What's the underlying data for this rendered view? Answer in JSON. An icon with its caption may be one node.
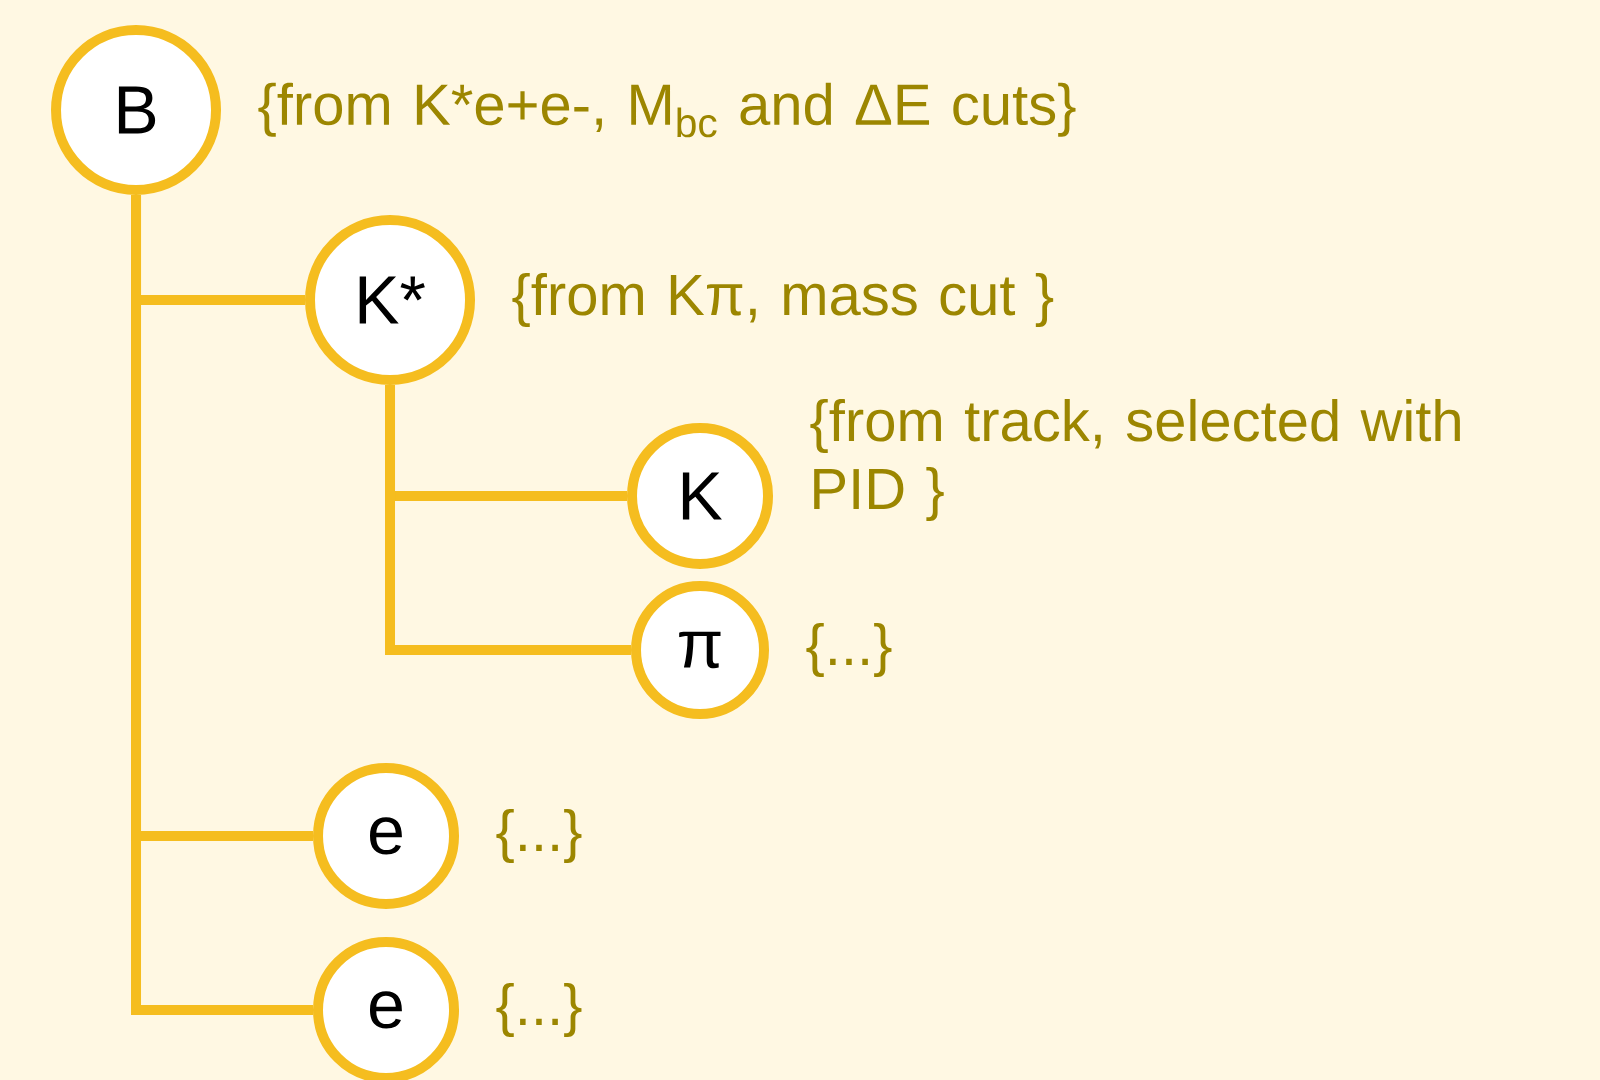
{
  "diagram": {
    "nodes": [
      {
        "text": [
          "B"
        ],
        "beside": [
          "{from K*e+e-, M$_{bc}$ and ΔE cuts}"
        ]
      },
      {
        "text": [
          "K*"
        ],
        "beside": [
          "{from Kπ, mass cut }"
        ]
      },
      {
        "text": [
          "K"
        ],
        "beside": [
          "{from track, selected with PID }"
        ]
      },
      {
        "text": [
          "π"
        ],
        "beside": [
          "{...}"
        ]
      },
      {
        "text": [
          "e"
        ],
        "beside": [
          "{...}"
        ]
      },
      {
        "text": [
          "e"
        ],
        "beside": [
          "{...}"
        ]
      }
    ],
    "edges": [
      {
        "from": 0,
        "to": 1,
        "arrow": "none"
      },
      {
        "from": 1,
        "to": 2,
        "arrow": "none"
      },
      {
        "from": 1,
        "to": 3,
        "arrow": "none"
      },
      {
        "from": 0,
        "to": 4,
        "arrow": "none"
      },
      {
        "from": 0,
        "to": 5,
        "arrow": "none"
      }
    ]
  }
}
